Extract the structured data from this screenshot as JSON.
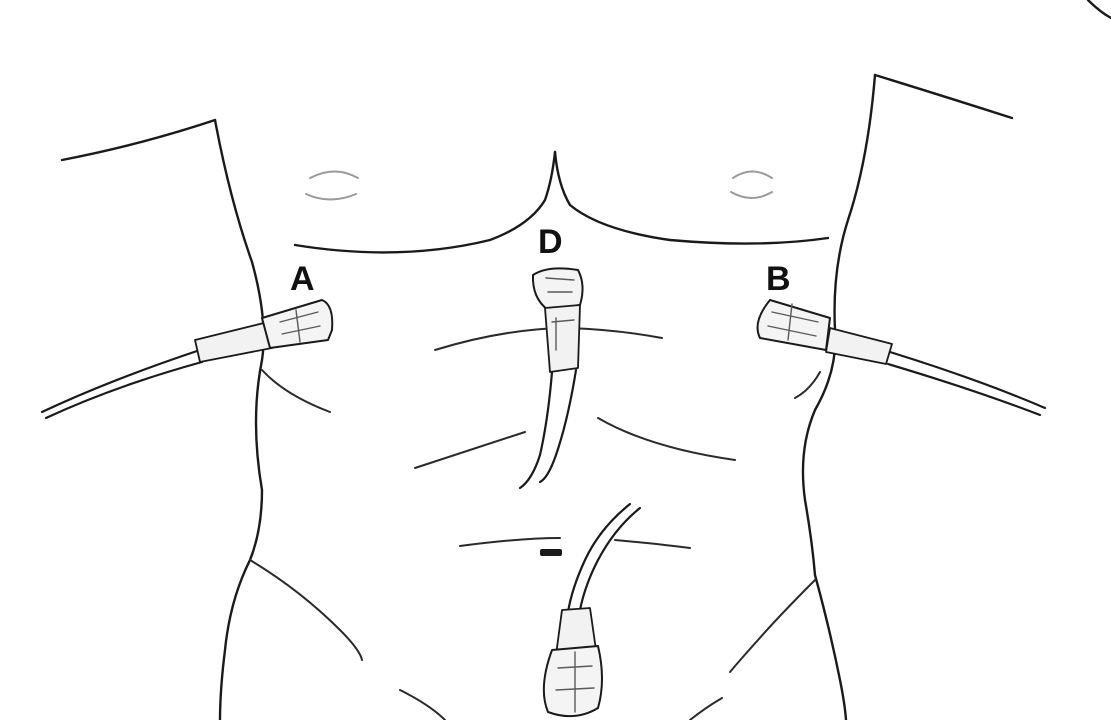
{
  "figure": {
    "labels": {
      "a": "A",
      "b": "B",
      "d": "D"
    },
    "colors": {
      "line": "#1a1a1a",
      "nipple": "#9a9a9a",
      "probe_fill": "#f4f4f4",
      "background": "#ffffff"
    },
    "icons": {
      "torso": "abdomen-outline",
      "probe": "ultrasound-transducer"
    }
  }
}
